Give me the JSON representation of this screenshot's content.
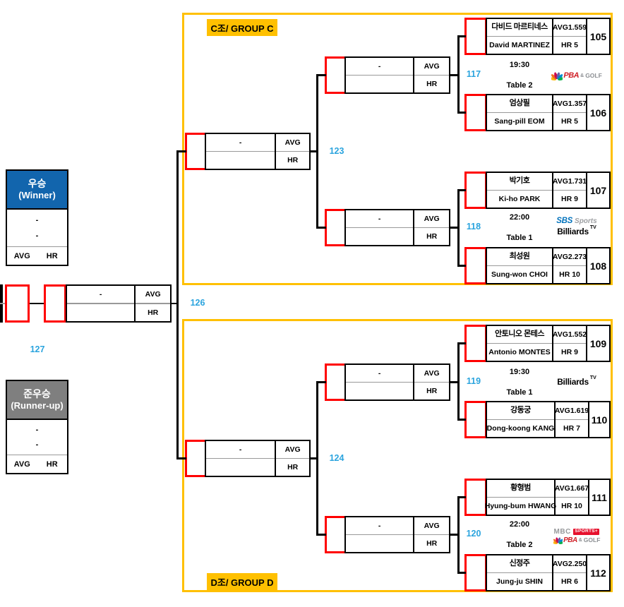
{
  "winner_box": {
    "title_ko": "우승",
    "title_en": "(Winner)",
    "slot1": "-",
    "slot2": "-",
    "avg": "AVG",
    "hr": "HR"
  },
  "runner_up_box": {
    "title_ko": "준우승",
    "title_en": "(Runner-up)",
    "slot1": "-",
    "slot2": "-",
    "avg": "AVG",
    "hr": "HR"
  },
  "bracket_labels": {
    "final_match_no": "127",
    "cross_match_no": "126"
  },
  "slot_box": {
    "name": "-",
    "avg": "AVG",
    "hr": "HR"
  },
  "groups": [
    {
      "label": "C조/ GROUP C",
      "semi_match_no": "123",
      "matches": [
        {
          "match_no": "117",
          "time": "19:30",
          "table": "Table 2",
          "broadcaster": "pba_golf",
          "players": [
            {
              "number": "105",
              "name_ko": "다비드 마르티네스",
              "name_en": "David MARTINEZ",
              "avg": "AVG1.559",
              "hr": "HR 5"
            },
            {
              "number": "106",
              "name_ko": "엄상필",
              "name_en": "Sang-pill EOM",
              "avg": "AVG1.357",
              "hr": "HR 5"
            }
          ]
        },
        {
          "match_no": "118",
          "time": "22:00",
          "table": "Table 1",
          "broadcaster": "sbs_billiards",
          "players": [
            {
              "number": "107",
              "name_ko": "박기호",
              "name_en": "Ki-ho PARK",
              "avg": "AVG1.731",
              "hr": "HR 9"
            },
            {
              "number": "108",
              "name_ko": "최성원",
              "name_en": "Sung-won CHOI",
              "avg": "AVG2.273",
              "hr": "HR 10"
            }
          ]
        }
      ]
    },
    {
      "label": "D조/ GROUP D",
      "semi_match_no": "124",
      "matches": [
        {
          "match_no": "119",
          "time": "19:30",
          "table": "Table 1",
          "broadcaster": "billiards_tv",
          "players": [
            {
              "number": "109",
              "name_ko": "안토니오 몬테스",
              "name_en": "Antonio MONTES",
              "avg": "AVG1.552",
              "hr": "HR 9"
            },
            {
              "number": "110",
              "name_ko": "강동궁",
              "name_en": "Dong-koong KANG",
              "avg": "AVG1.619",
              "hr": "HR 7"
            }
          ]
        },
        {
          "match_no": "120",
          "time": "22:00",
          "table": "Table 2",
          "broadcaster": "mbc_pba",
          "players": [
            {
              "number": "111",
              "name_ko": "황형범",
              "name_en": "Hyung-bum HWANG",
              "avg": "AVG1.667",
              "hr": "HR 10"
            },
            {
              "number": "112",
              "name_ko": "신정주",
              "name_en": "Jung-ju SHIN",
              "avg": "AVG2.250",
              "hr": "HR 6"
            }
          ]
        }
      ]
    }
  ],
  "logos": {
    "pba_golf": {
      "pba": "PBA",
      "amp": "&",
      "golf": "GOLF"
    },
    "sbs_billiards": {
      "sbs": "SBS",
      "sports": "Sports",
      "billiards": "Billiards",
      "tv": "TV"
    },
    "billiards_tv": {
      "billiards": "Billiards",
      "tv": "TV"
    },
    "mbc_pba": {
      "mbc": "MBC",
      "sports_plus": "SPORTS+",
      "pba": "PBA",
      "amp": "&",
      "golf": "GOLF"
    }
  },
  "colors": {
    "accent_yellow": "#FFC000",
    "accent_red": "#FF0000",
    "match_no_blue": "#2BA4DE",
    "winner_blue": "#1265AD",
    "runnerup_gray": "#7F7F7F"
  }
}
